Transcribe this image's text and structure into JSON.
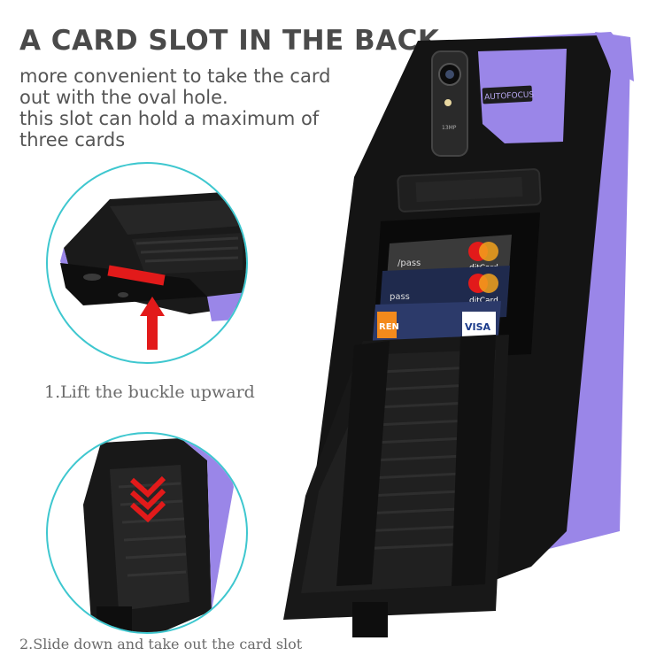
{
  "header": {
    "title": "A CARD SLOT IN THE BACK",
    "lines": [
      "more convenient to take the card",
      "out with the oval hole.",
      "this slot can hold a maximum of",
      "three cards"
    ]
  },
  "steps": [
    {
      "label": "1.Lift the buckle upward"
    },
    {
      "label": "2.Slide down and take out the card slot"
    }
  ],
  "phone": {
    "camera_label": "AUTOFOCUS",
    "camera_mp": "13MP"
  },
  "cards": [
    {
      "left_text": "/pass",
      "right_text": "ditCard"
    },
    {
      "left_text": "pass",
      "right_text": "ditCard"
    },
    {
      "left_text": "REN",
      "right_text": "VISA"
    }
  ],
  "colors": {
    "accent_teal": "#3ec7cf",
    "case_purple": "#9a86e8",
    "case_black": "#141414",
    "arrow_red": "#e21a1a"
  }
}
